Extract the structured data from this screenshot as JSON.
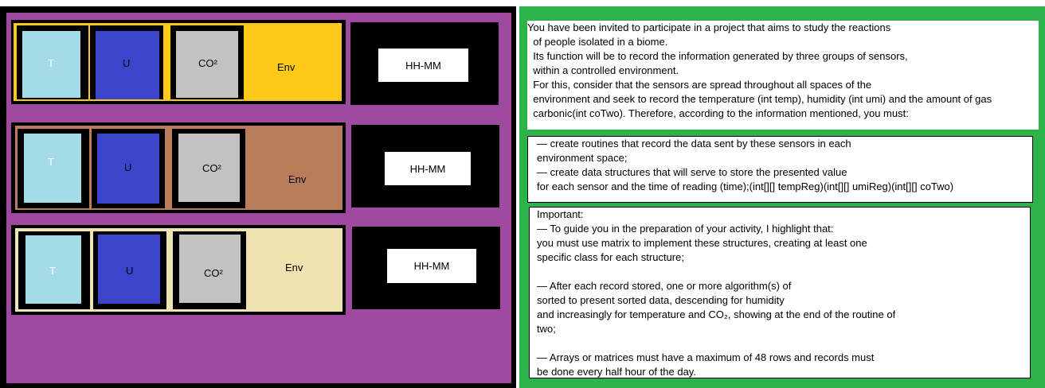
{
  "diagram": {
    "rows": [
      {
        "temperature_label": "T",
        "humidity_label": "U",
        "co2_label": "CO²",
        "environment_label": "Env",
        "time_label": "HH-MM",
        "environment_color": "#ffc91a"
      },
      {
        "temperature_label": "T",
        "humidity_label": "U",
        "co2_label": "CO²",
        "environment_label": "Env",
        "time_label": "HH-MM",
        "environment_color": "#b87c5a"
      },
      {
        "temperature_label": "T",
        "humidity_label": "U",
        "co2_label": "CO²",
        "environment_label": "Env",
        "time_label": "HH-MM",
        "environment_color": "#f0e3b2"
      }
    ],
    "colors": {
      "panel_background": "#9e4aa0",
      "temperature_tile": "#a3dbe8",
      "humidity_tile": "#3a45cc",
      "co2_tile": "#c2c2c2",
      "text_panel_border": "#2db34a"
    }
  },
  "instructions": {
    "intro": [
      "You have been invited to participate in a project that aims to study the reactions",
      "  of people isolated in a biome.",
      "  Its function will be to record the information generated by three groups of sensors,",
      "  within a controlled environment.",
      "  For this, consider that the sensors are spread throughout all spaces of the",
      "  environment and seek to record the temperature (int temp), humidity (int umi) and the amount of gas",
      "  carbonic(int coTwo). Therefore, according to the information mentioned, you must:"
    ],
    "tasks": [
      "— create routines that record the data sent by these sensors in each",
      "environment space;",
      "— create data structures that will serve to store the presented value",
      "for each sensor and the time of reading (time);(int[][] tempReg)(int[][] umiReg)(int[][] coTwo)"
    ],
    "important": [
      "Important:",
      "— To guide you in the preparation of your activity, I highlight that:",
      "you must use matrix to implement these structures, creating at least one",
      "specific class for each structure;",
      "",
      "— After each record stored, one or more algorithm(s) of",
      "sorted to present sorted data, descending for humidity",
      "and increasingly for temperature and CO₂, showing at the end of the routine of",
      "two;",
      "",
      "— Arrays or matrices must have a maximum of 48 rows and records must",
      "be done every half hour of the day."
    ]
  }
}
